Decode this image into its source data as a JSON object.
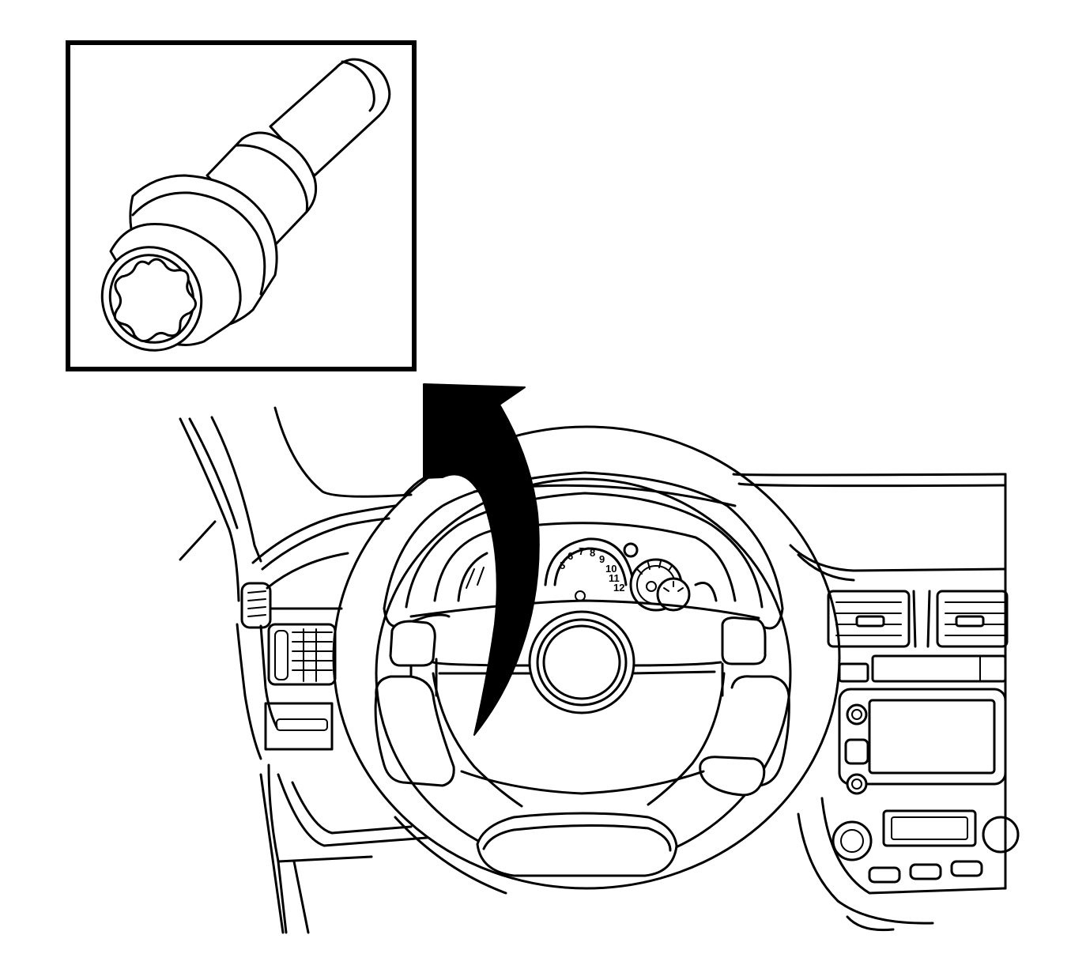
{
  "figure": {
    "inset_subject": "lock-bolt-with-key-adapter",
    "main_subject": "steering-wheel-and-dashboard",
    "arrow_direction": "counter-clockwise-up"
  },
  "colors": {
    "line": "#000000",
    "background": "#ffffff",
    "arrow": "#000000"
  },
  "speedo_ticks": [
    "5",
    "6",
    "7",
    "8",
    "9",
    "10",
    "11",
    "12"
  ]
}
